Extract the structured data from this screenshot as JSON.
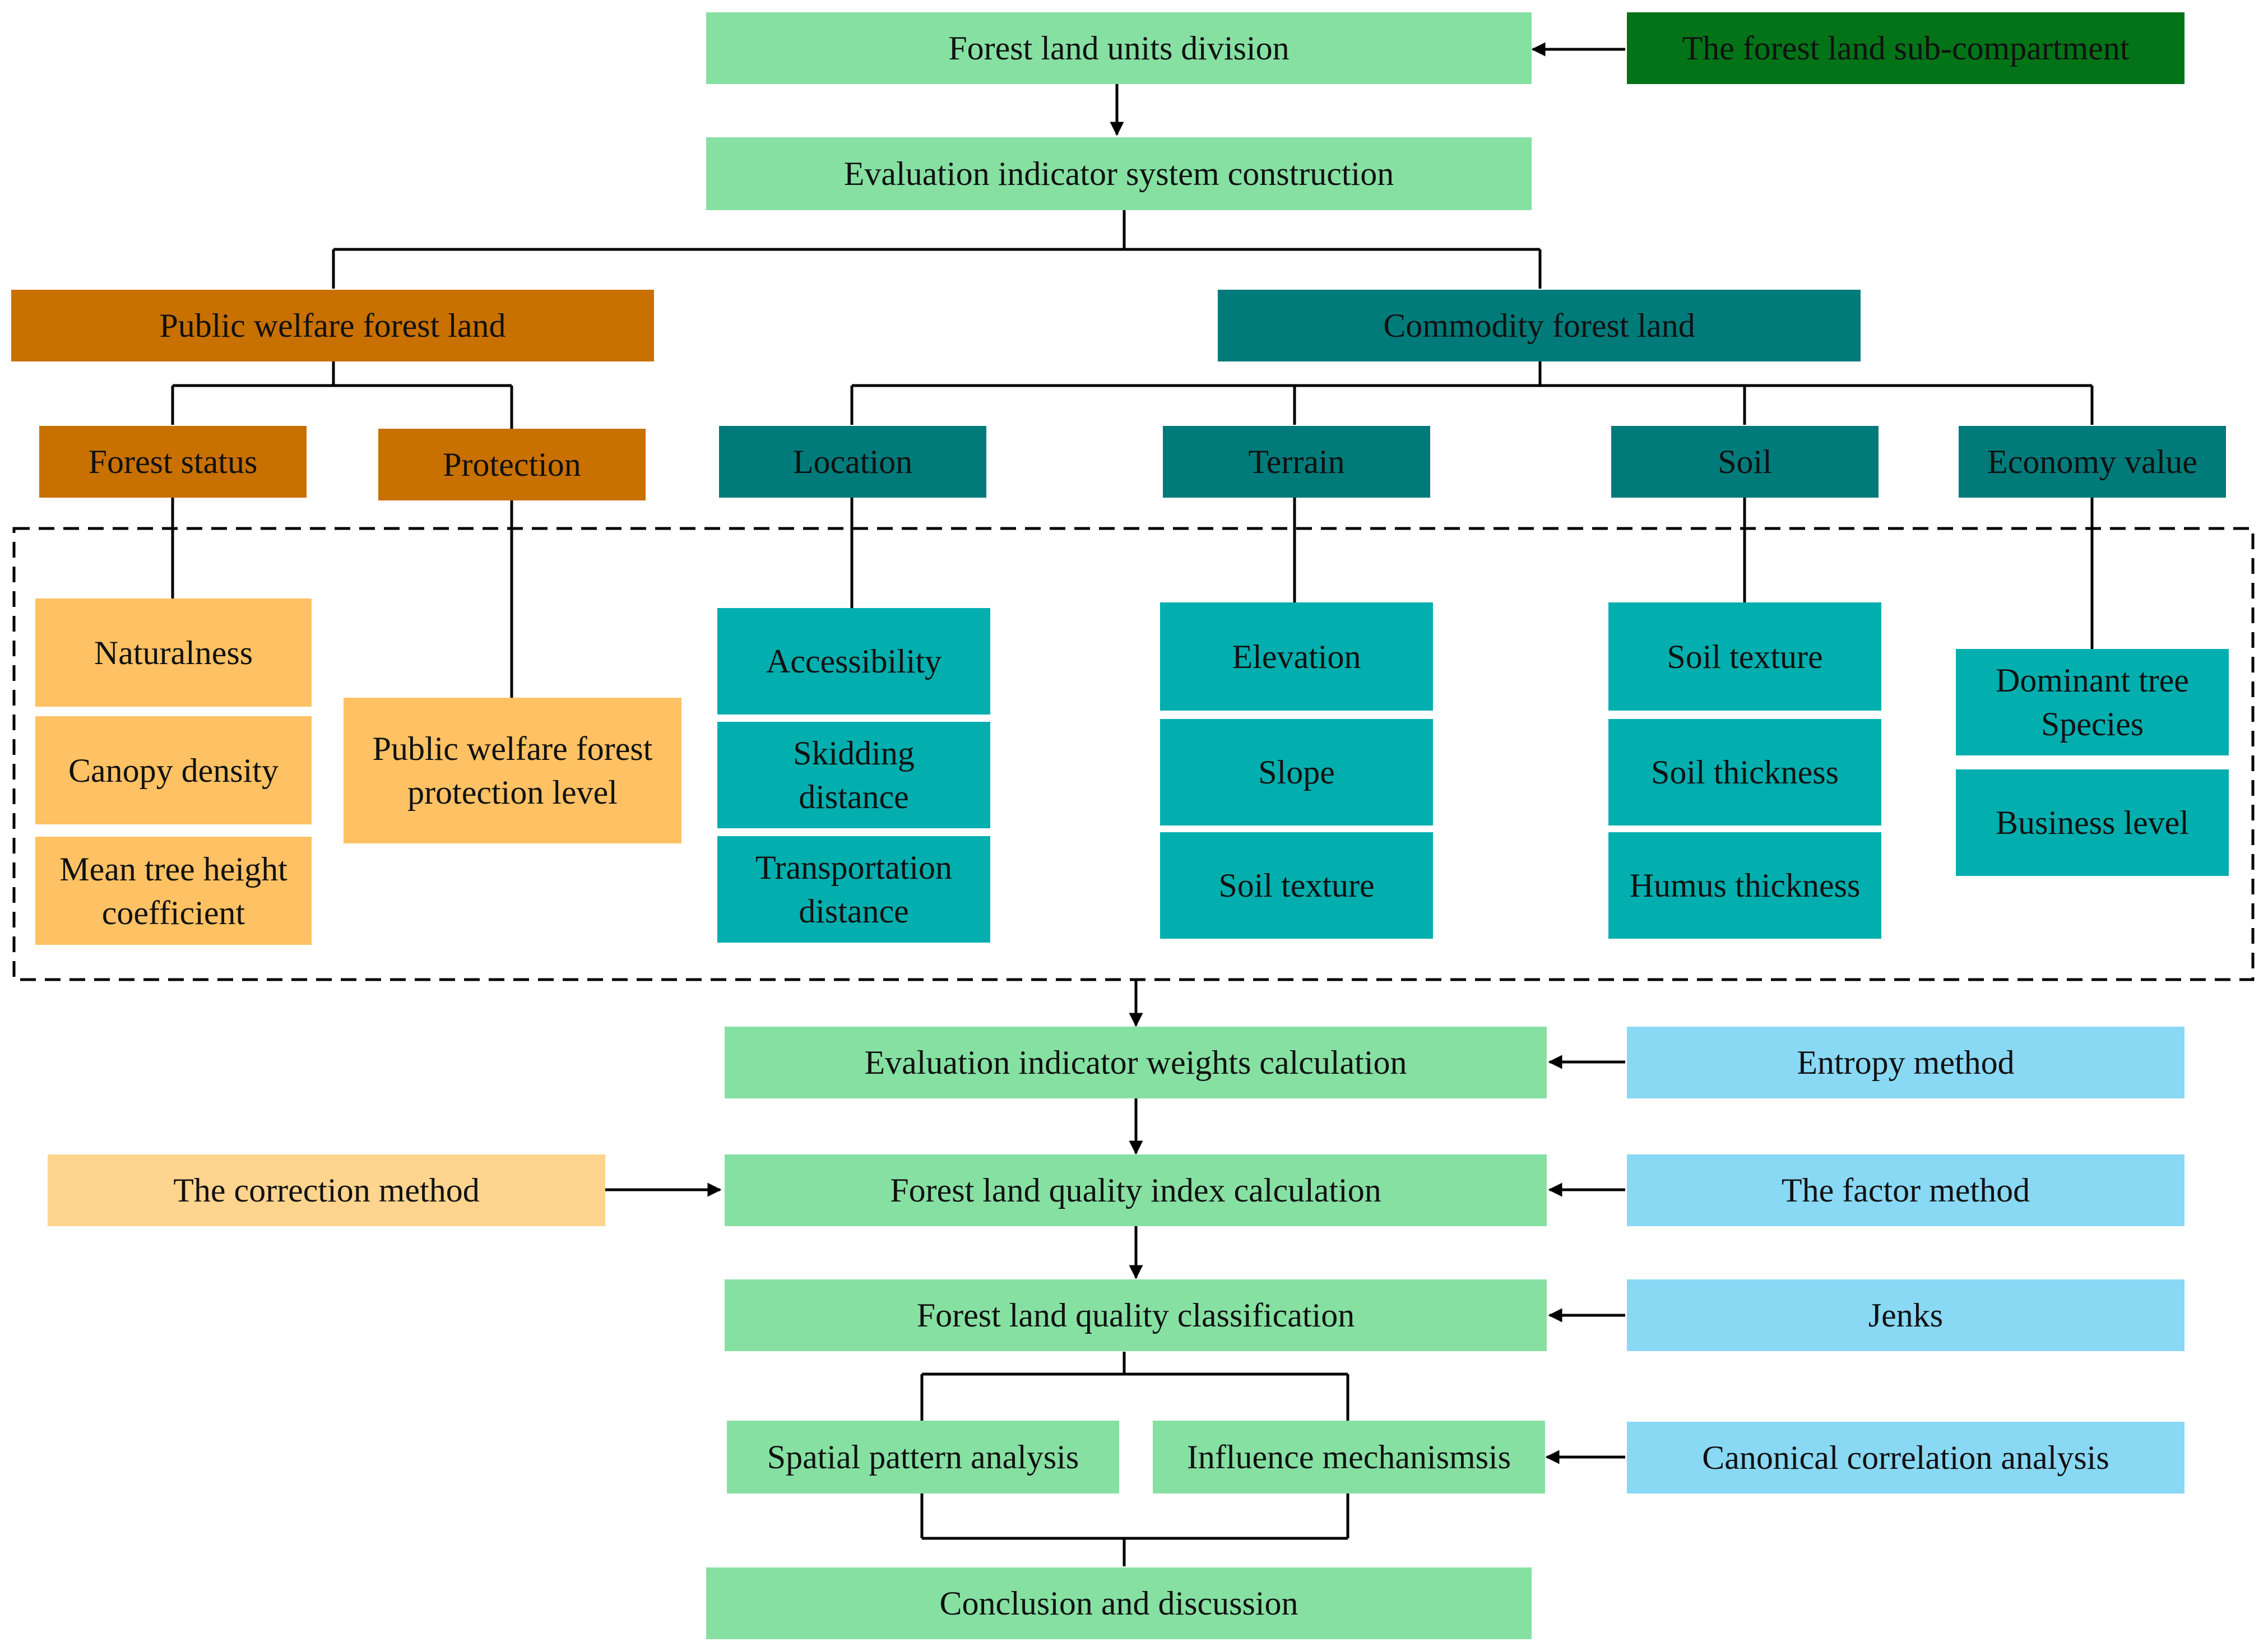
{
  "colors": {
    "light_green": "#86E0A2",
    "dark_green": "#027317",
    "brown_orange": "#C87000",
    "light_orange": "#FEC163",
    "pale_orange": "#FFD48F",
    "dark_teal": "#017A7A",
    "teal": "#03AEAE",
    "light_blue": "#89D8F4",
    "line": "#000000"
  },
  "flow": {
    "units_division": "Forest land units division",
    "sub_compartment": "The forest land sub-compartment",
    "indicator_system": "Evaluation indicator system construction",
    "weights": "Evaluation indicator weights calculation",
    "quality_index": "Forest land quality index calculation",
    "classification": "Forest land quality classification",
    "spatial_pattern": "Spatial pattern analysis",
    "influence": "Influence mechanismsis",
    "conclusion": "Conclusion and discussion"
  },
  "methods": {
    "entropy": "Entropy method",
    "correction": "The correction method",
    "factor": "The factor method",
    "jenks": "Jenks",
    "canonical": "Canonical correlation analysis"
  },
  "public_welfare": {
    "title": "Public welfare forest land",
    "forest_status": {
      "label": "Forest status",
      "indicators": [
        "Naturalness",
        "Canopy density",
        "Mean tree height\ncoefficient"
      ]
    },
    "protection": {
      "label": "Protection",
      "indicators": [
        "Public welfare forest\nprotection level"
      ]
    }
  },
  "commodity": {
    "title": "Commodity forest land",
    "location": {
      "label": "Location",
      "indicators": [
        "Accessibility",
        "Skidding\ndistance",
        "Transportation\ndistance"
      ]
    },
    "terrain": {
      "label": "Terrain",
      "indicators": [
        "Elevation",
        "Slope",
        "Soil texture"
      ]
    },
    "soil": {
      "label": "Soil",
      "indicators": [
        "Soil texture",
        "Soil thickness",
        "Humus thickness"
      ]
    },
    "economy": {
      "label": "Economy value",
      "indicators": [
        "Dominant tree\nSpecies",
        "Business level"
      ]
    }
  }
}
